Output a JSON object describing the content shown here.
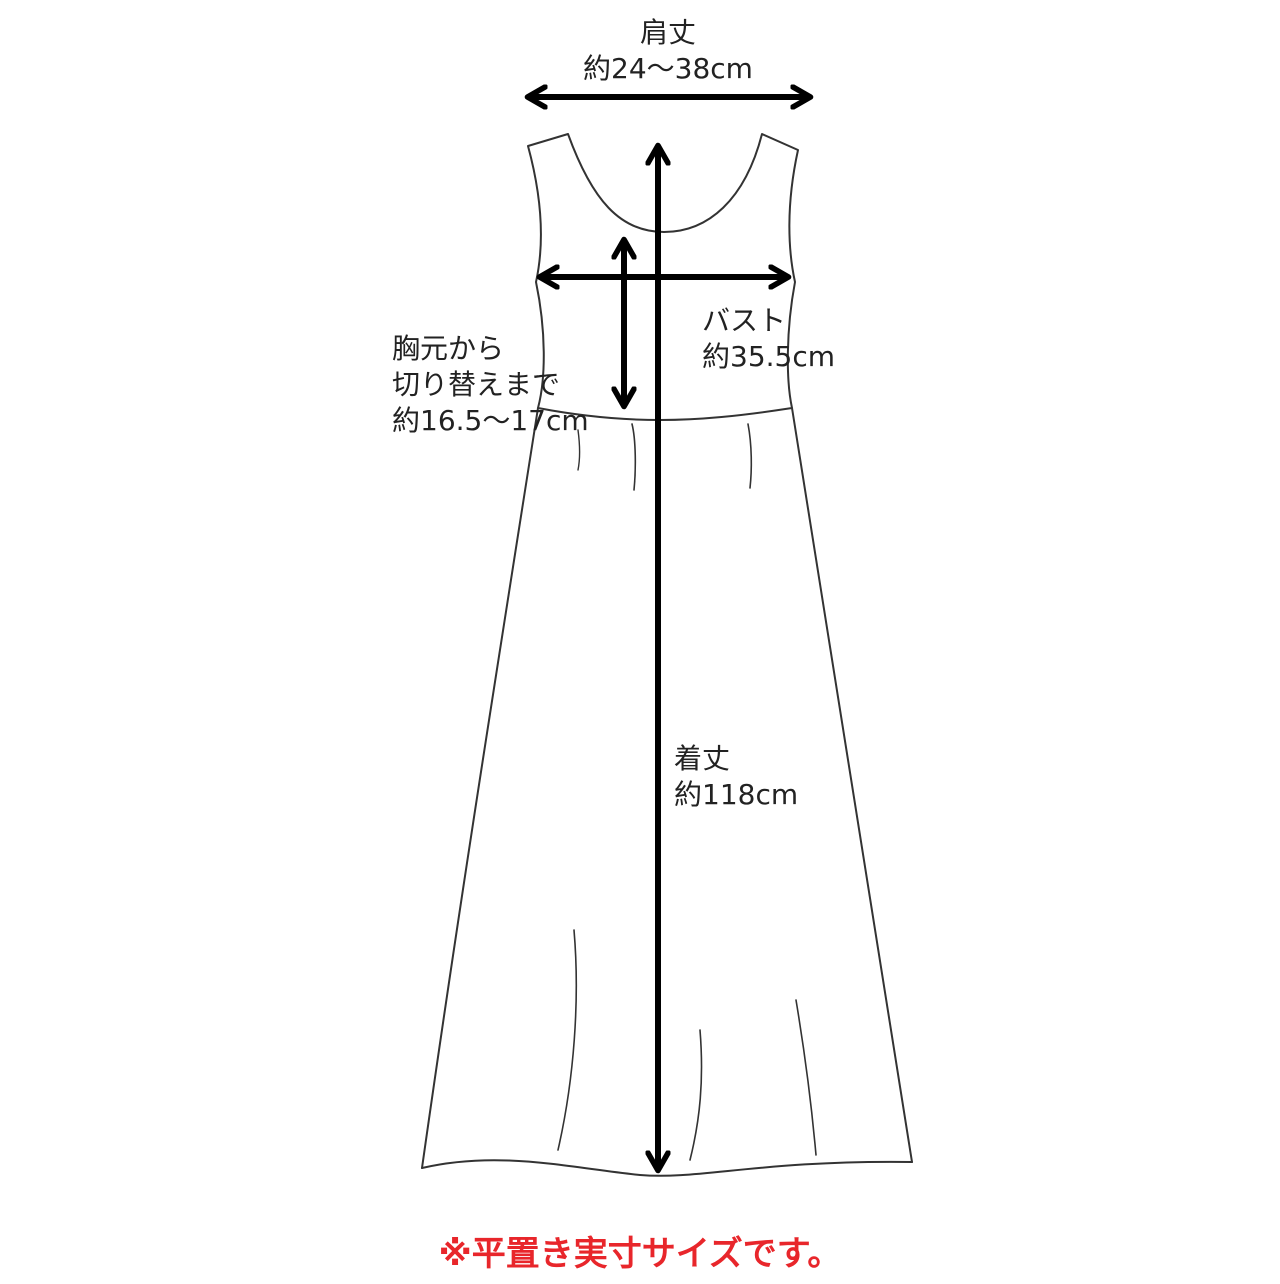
{
  "labels": {
    "shoulder_title": "肩丈",
    "shoulder_value": "約24～38cm",
    "bust_title": "バスト",
    "bust_value": "約35.5cm",
    "chest_line1": "胸元から",
    "chest_line2": "切り替えまで",
    "chest_value": "約16.5～17cm",
    "length_title": "着丈",
    "length_value": "約118cm",
    "note": "※平置き実寸サイズです。"
  },
  "colors": {
    "outline": "#333333",
    "arrow": "#000000",
    "text": "#222222",
    "note": "#e8262b"
  }
}
